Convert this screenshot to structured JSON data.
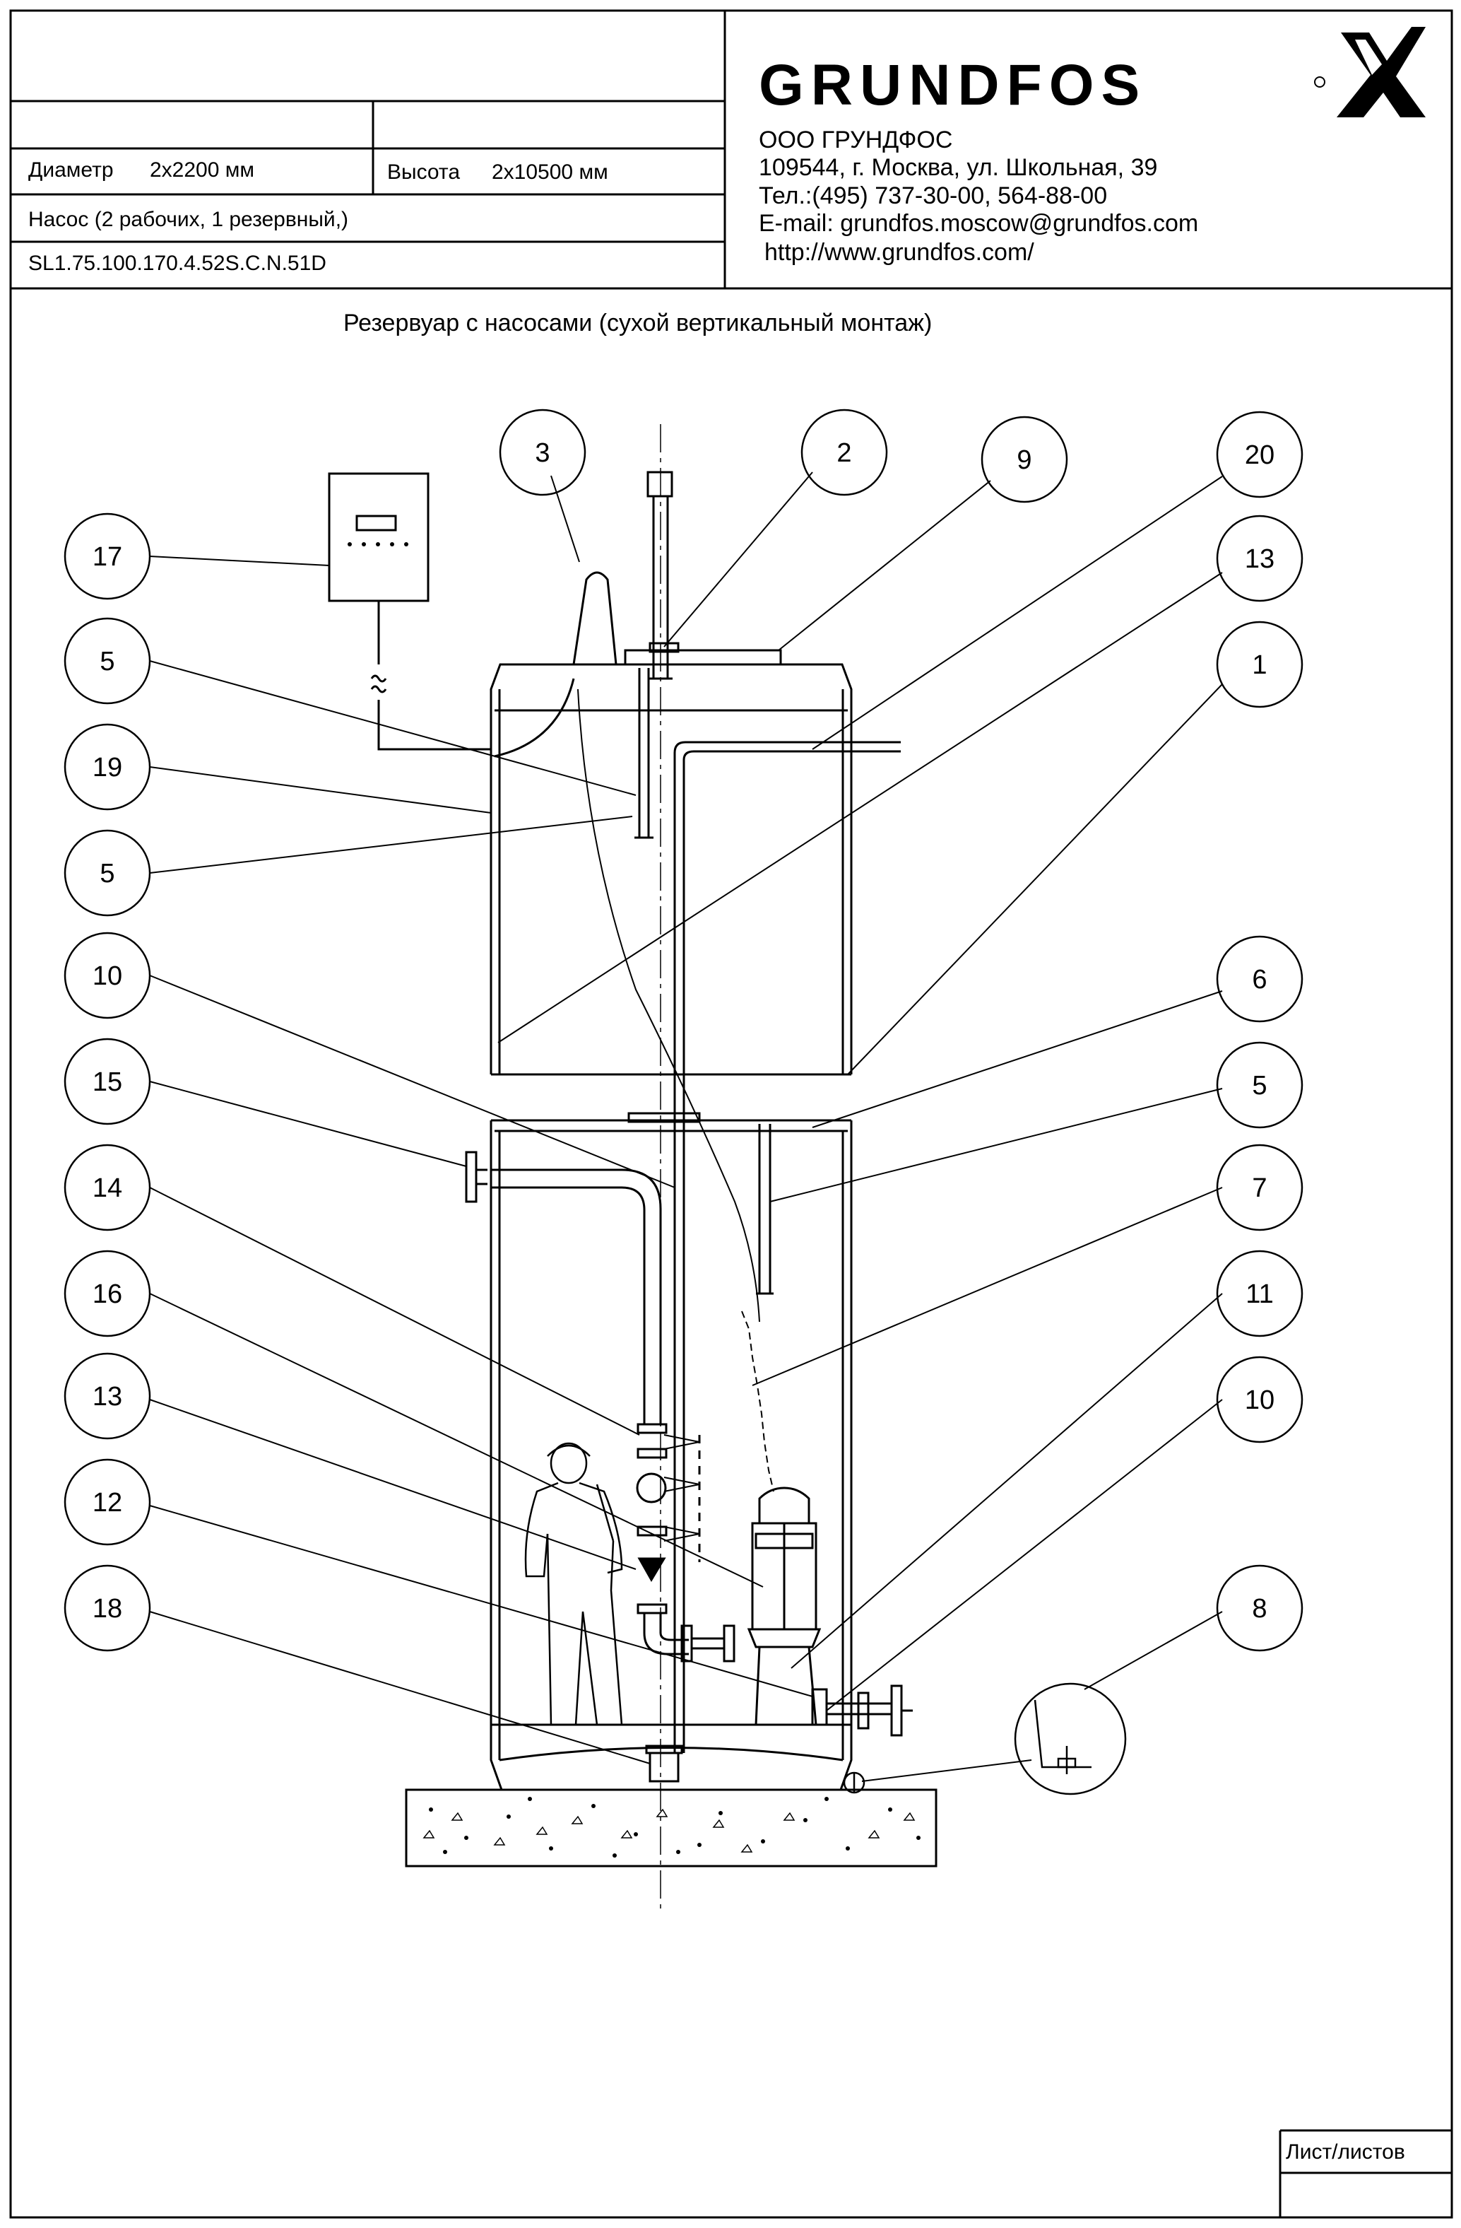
{
  "header": {
    "diameter_label": "Диаметр",
    "diameter_value": "2x2200 мм",
    "height_label": "Высота",
    "height_value": "2x10500 мм",
    "pump_line": "Насос (2 рабочих, 1 резервный,)",
    "model_code": "SL1.75.100.170.4.52S.C.N.51D"
  },
  "company": {
    "logo_text": "GRUNDFOS",
    "name": "ООО ГРУНДФОС",
    "address": "109544, г. Москва, ул. Школьная, 39",
    "phone": "Тел.:(495) 737-30-00, 564-88-00",
    "email": "E-mail: grundfos.moscow@grundfos.com",
    "website": "http://www.grundfos.com/"
  },
  "drawing": {
    "title": "Резервуар с насосами (сухой вертикальный монтаж)",
    "callouts": [
      {
        "id": "c3",
        "label": "3"
      },
      {
        "id": "c2",
        "label": "2"
      },
      {
        "id": "c9",
        "label": "9"
      },
      {
        "id": "c20",
        "label": "20"
      },
      {
        "id": "c13a",
        "label": "13"
      },
      {
        "id": "c1",
        "label": "1"
      },
      {
        "id": "c17",
        "label": "17"
      },
      {
        "id": "c5a",
        "label": "5"
      },
      {
        "id": "c19",
        "label": "19"
      },
      {
        "id": "c5b",
        "label": "5"
      },
      {
        "id": "c10a",
        "label": "10"
      },
      {
        "id": "c6",
        "label": "6"
      },
      {
        "id": "c15",
        "label": "15"
      },
      {
        "id": "c5c",
        "label": "5"
      },
      {
        "id": "c14",
        "label": "14"
      },
      {
        "id": "c7",
        "label": "7"
      },
      {
        "id": "c16",
        "label": "16"
      },
      {
        "id": "c11",
        "label": "11"
      },
      {
        "id": "c13b",
        "label": "13"
      },
      {
        "id": "c10b",
        "label": "10"
      },
      {
        "id": "c12",
        "label": "12"
      },
      {
        "id": "c8",
        "label": "8"
      },
      {
        "id": "c18",
        "label": "18"
      }
    ]
  },
  "footer": {
    "sheet_label": "Лист/листов"
  },
  "colors": {
    "line": "#000000",
    "background": "#ffffff"
  }
}
